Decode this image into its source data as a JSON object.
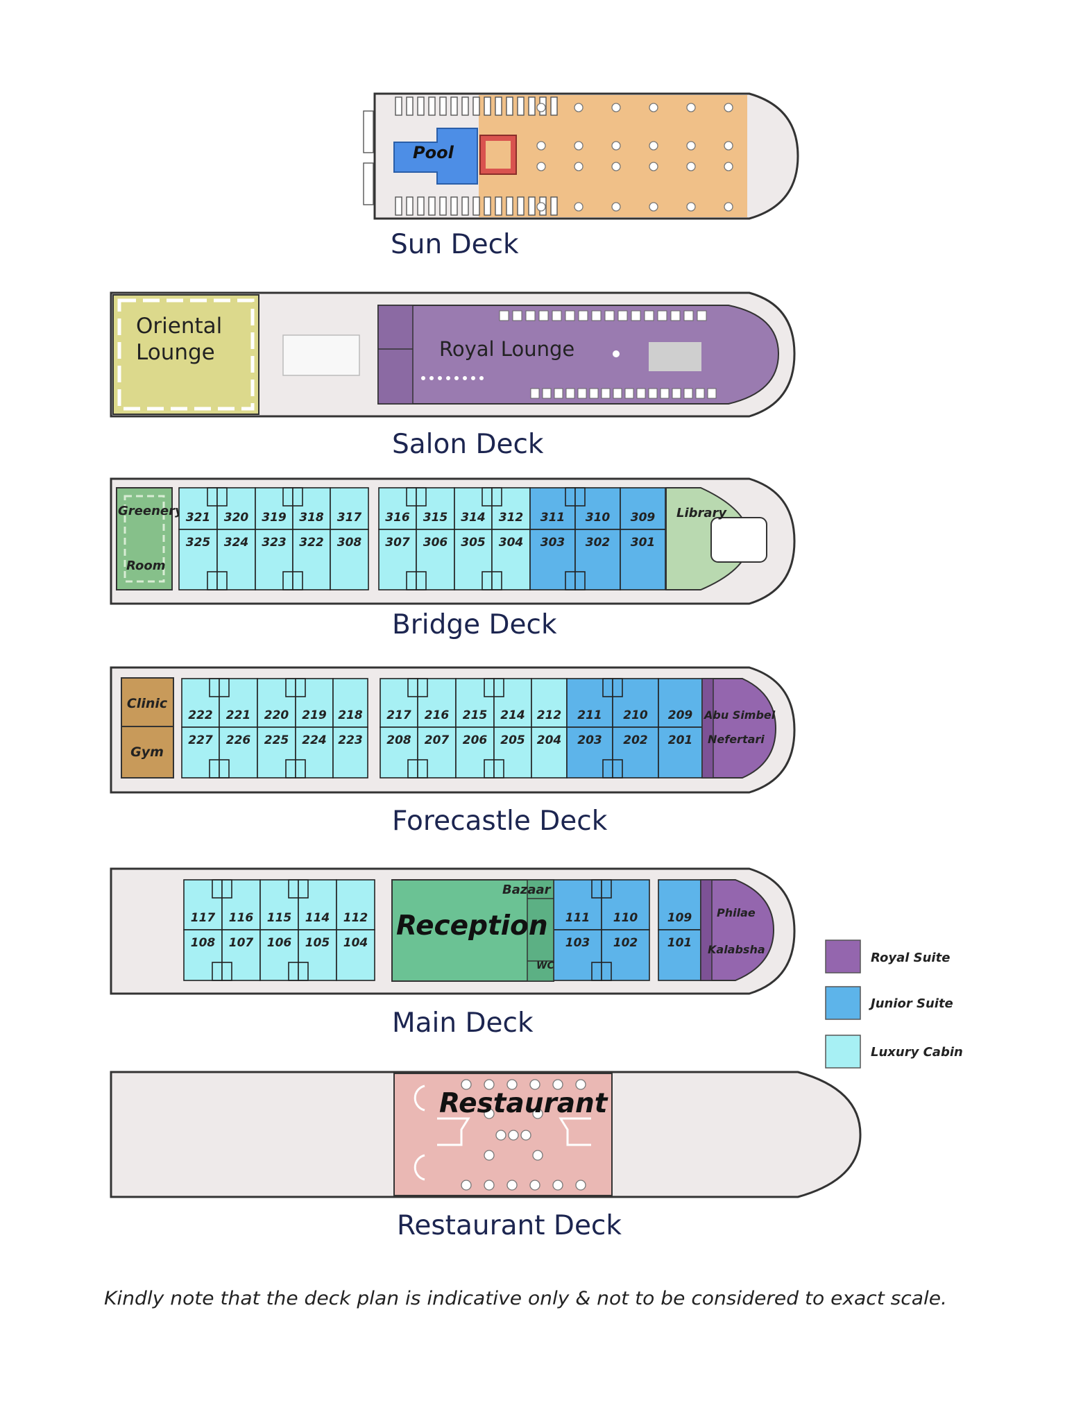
{
  "colors": {
    "royal_suite": "#9466ae",
    "junior_suite": "#5db4ea",
    "luxury_cabin": "#a7f0f4",
    "sun_deck_floor": "#f0c088",
    "pool": "#4d8ee6",
    "oriental_lounge": "#dcd98c",
    "royal_lounge": "#9a7bb0",
    "greenery": "#86c08a",
    "library": "#b9d9b0",
    "clinic_gym": "#c89a5a",
    "reception": "#6bc294",
    "restaurant": "#eab8b4",
    "hull": "#eeeaea"
  },
  "decks": {
    "sun": {
      "title": "Sun Deck",
      "pool_label": "Pool"
    },
    "salon": {
      "title": "Salon Deck",
      "oriental_lounge_line1": "Oriental",
      "oriental_lounge_line2": "Lounge",
      "royal_lounge": "Royal Lounge"
    },
    "bridge": {
      "title": "Bridge Deck",
      "greenery_room_line1": "Greenery",
      "greenery_room_line2": "Room",
      "library": "Library",
      "cabins_top": [
        "321",
        "320",
        "319",
        "318",
        "317",
        "316",
        "315",
        "314",
        "312",
        "311",
        "310",
        "309"
      ],
      "cabins_bottom": [
        "325",
        "324",
        "323",
        "322",
        "308",
        "307",
        "306",
        "305",
        "304",
        "303",
        "302",
        "301"
      ]
    },
    "forecastle": {
      "title": "Forecastle Deck",
      "clinic": "Clinic",
      "gym": "Gym",
      "cabins_top": [
        "222",
        "221",
        "220",
        "219",
        "218",
        "217",
        "216",
        "215",
        "214",
        "212",
        "211",
        "210",
        "209"
      ],
      "cabins_bottom": [
        "227",
        "226",
        "225",
        "224",
        "223",
        "208",
        "207",
        "206",
        "205",
        "204",
        "203",
        "202",
        "201"
      ],
      "suite_top": "Abu Simbel",
      "suite_bottom": "Nefertari"
    },
    "main": {
      "title": "Main Deck",
      "cabins_top": [
        "117",
        "116",
        "115",
        "114",
        "112",
        "111",
        "110",
        "109"
      ],
      "cabins_bottom": [
        "108",
        "107",
        "106",
        "105",
        "104",
        "103",
        "102",
        "101"
      ],
      "reception": "Reception",
      "bazaar": "Bazaar",
      "wc": "WC",
      "suite_top": "Philae",
      "suite_bottom": "Kalabsha"
    },
    "restaurant": {
      "title": "Restaurant Deck",
      "restaurant_label": "Restaurant"
    }
  },
  "legend": {
    "royal_suite": "Royal Suite",
    "junior_suite": "Junior Suite",
    "luxury_cabin": "Luxury Cabin"
  },
  "note": "Kindly note that the deck plan is indicative only & not to be considered to exact scale."
}
